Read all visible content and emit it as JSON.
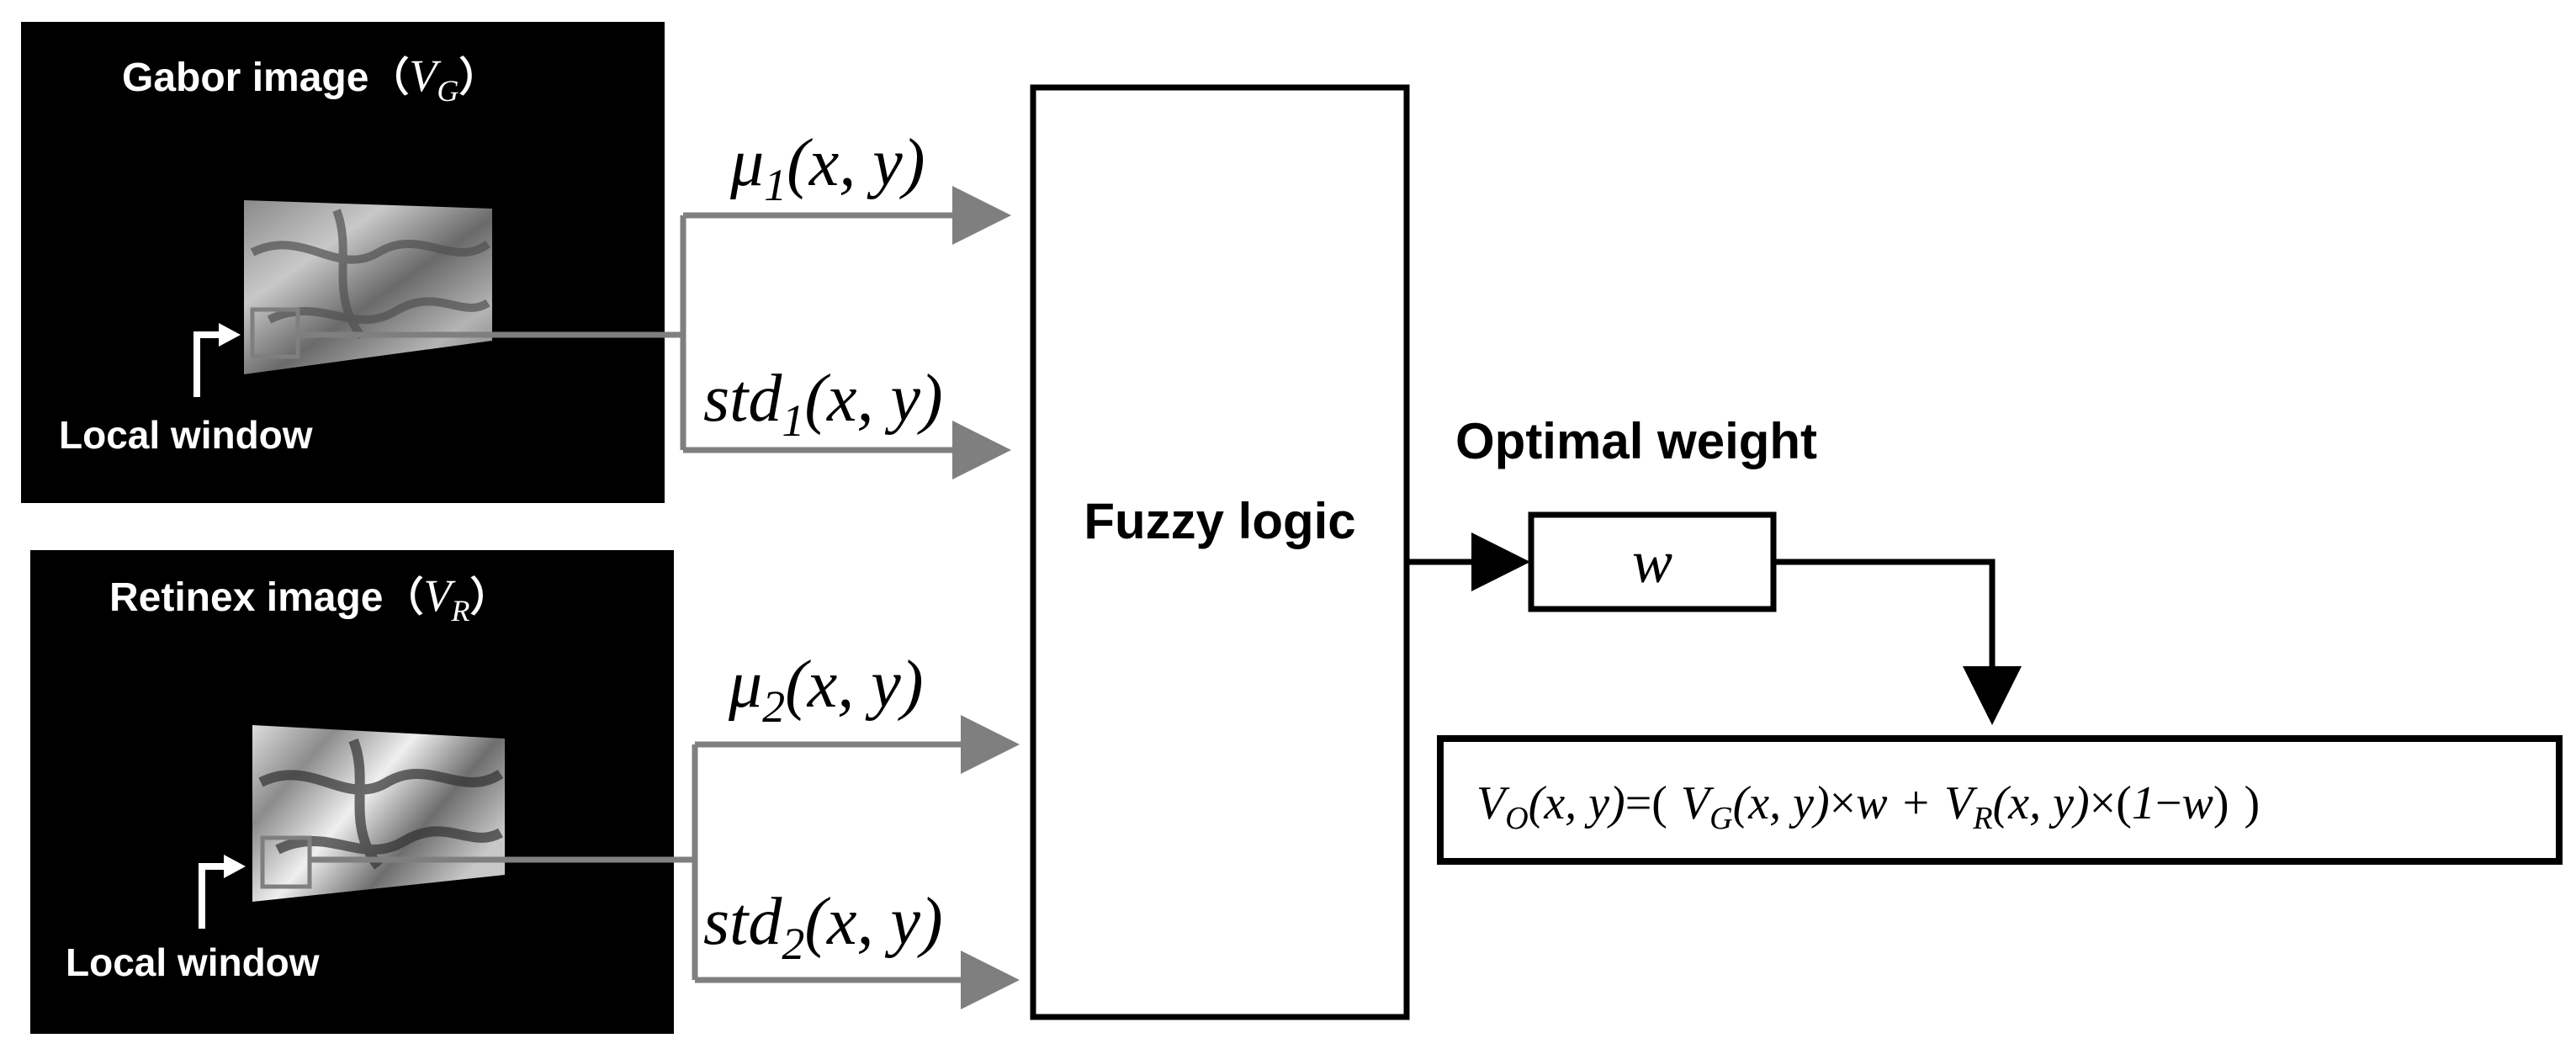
{
  "panels": {
    "gabor": {
      "title": "Gabor image（",
      "symbol_main": "V",
      "symbol_sub": "G",
      "title_close": "）",
      "window_label": "Local window"
    },
    "retinex": {
      "title": "Retinex image（",
      "symbol_main": "V",
      "symbol_sub": "R",
      "title_close": "）",
      "window_label": "Local window"
    }
  },
  "features": {
    "mu1": {
      "main": "μ",
      "sub": "1",
      "args": "(x, y)"
    },
    "std1": {
      "main": "std",
      "sub": "1",
      "args": "(x, y)"
    },
    "mu2": {
      "main": "μ",
      "sub": "2",
      "args": "(x, y)"
    },
    "std2": {
      "main": "std",
      "sub": "2",
      "args": "(x, y)"
    }
  },
  "fuzzy_box": {
    "label": "Fuzzy logic"
  },
  "weight": {
    "heading": "Optimal weight",
    "symbol": "w"
  },
  "formula": {
    "lhs_main": "V",
    "lhs_sub": "O",
    "lhs_args": "(x, y)",
    "equals": "=(",
    "t1_main": "V",
    "t1_sub": "G",
    "t1_args": "(x, y)",
    "times1": "×",
    "w1": "w",
    "plus": "+",
    "t2_main": "V",
    "t2_sub": "R",
    "t2_args": "(x, y)",
    "times2": "×",
    "paren_open": "(",
    "one": "1",
    "minus": "−",
    "w2": "w",
    "paren_close": ")",
    "close": ")"
  },
  "colors": {
    "panel_bg": "#000000",
    "arrow_gray": "#7f7f7f",
    "outline": "#000000"
  }
}
